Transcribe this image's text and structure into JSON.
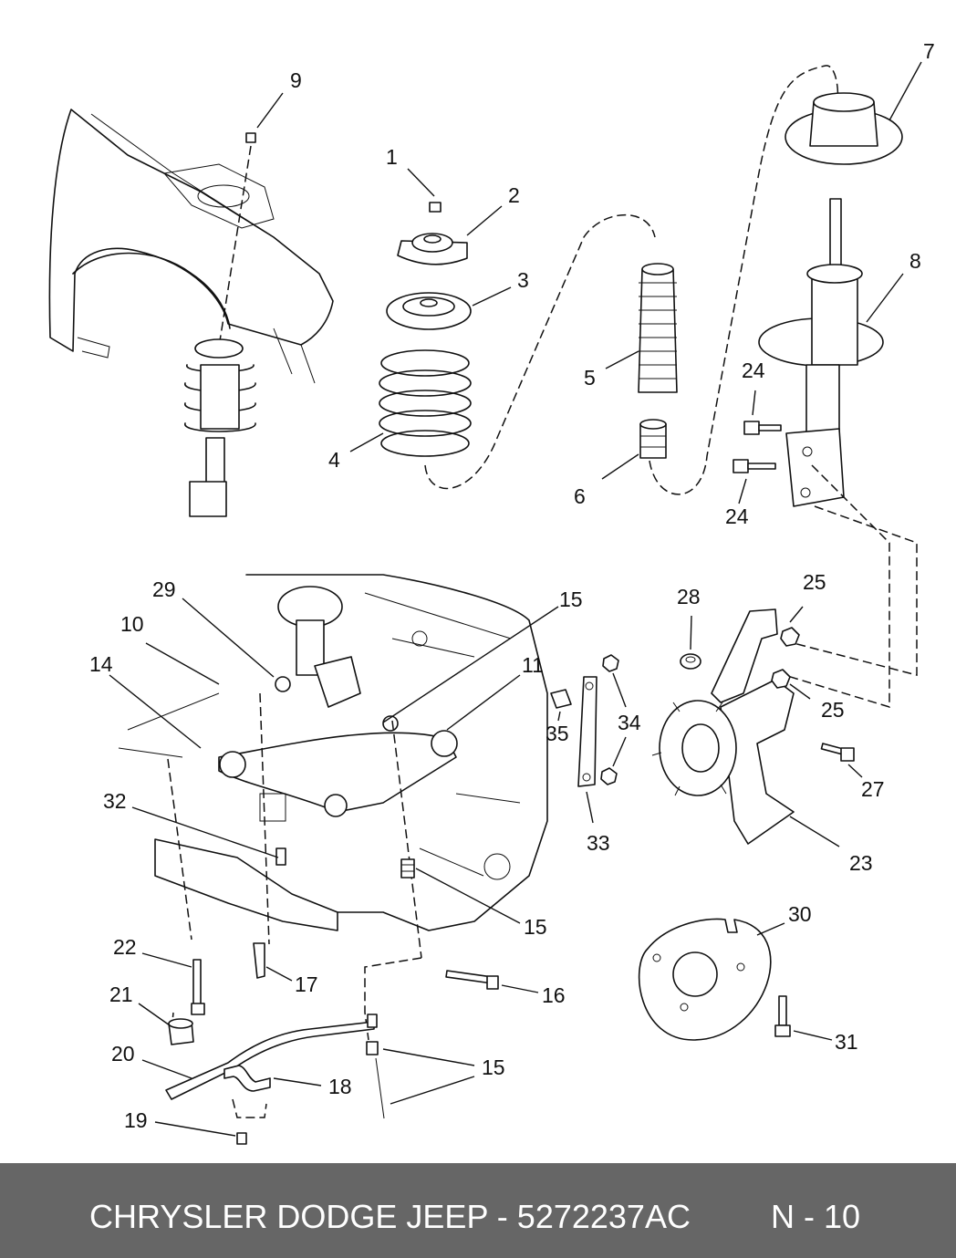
{
  "diagram": {
    "callouts": [
      {
        "id": "c1",
        "label": "1"
      },
      {
        "id": "c2",
        "label": "2"
      },
      {
        "id": "c3",
        "label": "3"
      },
      {
        "id": "c4",
        "label": "4"
      },
      {
        "id": "c5",
        "label": "5"
      },
      {
        "id": "c6",
        "label": "6"
      },
      {
        "id": "c7",
        "label": "7"
      },
      {
        "id": "c8",
        "label": "8"
      },
      {
        "id": "c9",
        "label": "9"
      },
      {
        "id": "c10",
        "label": "10"
      },
      {
        "id": "c11",
        "label": "11"
      },
      {
        "id": "c14",
        "label": "14"
      },
      {
        "id": "c15a",
        "label": "15"
      },
      {
        "id": "c15b",
        "label": "15"
      },
      {
        "id": "c15c",
        "label": "15"
      },
      {
        "id": "c16",
        "label": "16"
      },
      {
        "id": "c17",
        "label": "17"
      },
      {
        "id": "c18",
        "label": "18"
      },
      {
        "id": "c19",
        "label": "19"
      },
      {
        "id": "c20",
        "label": "20"
      },
      {
        "id": "c21",
        "label": "21"
      },
      {
        "id": "c22",
        "label": "22"
      },
      {
        "id": "c23",
        "label": "23"
      },
      {
        "id": "c24a",
        "label": "24"
      },
      {
        "id": "c24b",
        "label": "24"
      },
      {
        "id": "c25a",
        "label": "25"
      },
      {
        "id": "c25b",
        "label": "25"
      },
      {
        "id": "c27",
        "label": "27"
      },
      {
        "id": "c28",
        "label": "28"
      },
      {
        "id": "c29",
        "label": "29"
      },
      {
        "id": "c30",
        "label": "30"
      },
      {
        "id": "c31",
        "label": "31"
      },
      {
        "id": "c32",
        "label": "32"
      },
      {
        "id": "c33",
        "label": "33"
      },
      {
        "id": "c34",
        "label": "34"
      },
      {
        "id": "c35",
        "label": "35"
      }
    ]
  },
  "footer": {
    "title": "CHRYSLER DODGE JEEP - 5272237AC",
    "page": "N - 10"
  }
}
